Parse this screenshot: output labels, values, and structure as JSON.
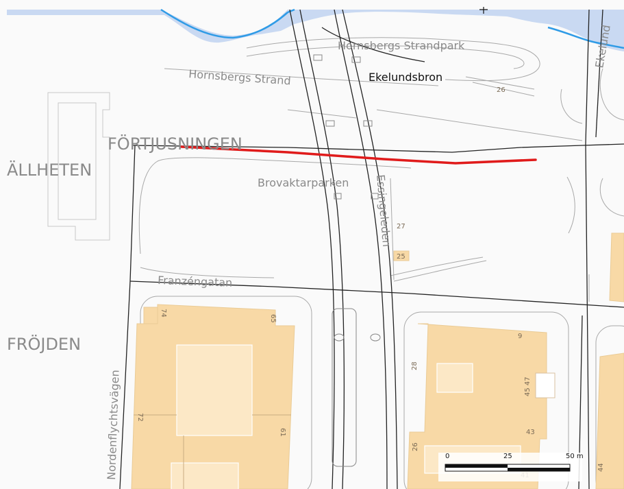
{
  "map": {
    "districts": {
      "fortjusningen": "FÖRTJUSNINGEN",
      "allheten": "ÄLLHETEN",
      "frojden": "FRÖJDEN"
    },
    "places": {
      "strandpark": "Hornsbergs Strandpark",
      "strand": "Hornsbergs Strand",
      "ekelundsbron": "Ekelundsbron",
      "brovaktarparken": "Brovaktarparken",
      "ekelund_partial": "Ekelund"
    },
    "streets": {
      "franzengatan": "Franzéngatan",
      "essingeleden": "Essingeleden",
      "nordenflychtsvagen": "Nordenflychtsvägen"
    },
    "address_numbers": {
      "n26a": "26",
      "n27": "27",
      "n25": "25",
      "n74": "74",
      "n65": "65",
      "n72": "72",
      "n61": "61",
      "n9": "9",
      "n28": "28",
      "n45_47": "45 47",
      "n43": "43",
      "n26b": "26",
      "n41": "41",
      "n44": "44"
    },
    "scalebar": {
      "tick_0": "0",
      "tick_25": "25",
      "tick_50": "50 m"
    },
    "colors": {
      "water": "#c9d9f2",
      "shoreline": "#2f9be6",
      "building": "#f8d9a6",
      "highlight_route": "#e01b1b",
      "road": "#222222"
    }
  }
}
